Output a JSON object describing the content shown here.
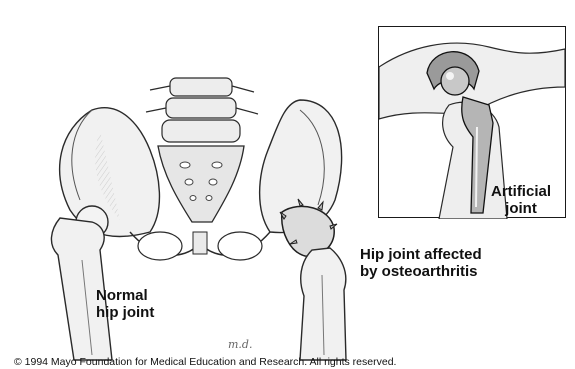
{
  "labels": {
    "normal": [
      "Normal",
      "hip joint"
    ],
    "affected": [
      "Hip joint affected",
      "by osteoarthritis"
    ],
    "artificial": [
      "Artificial",
      "joint"
    ]
  },
  "signature": "m.d.",
  "copyright": "© 1994 Mayo Foundation for Medical Education and Research. All rights reserved."
}
